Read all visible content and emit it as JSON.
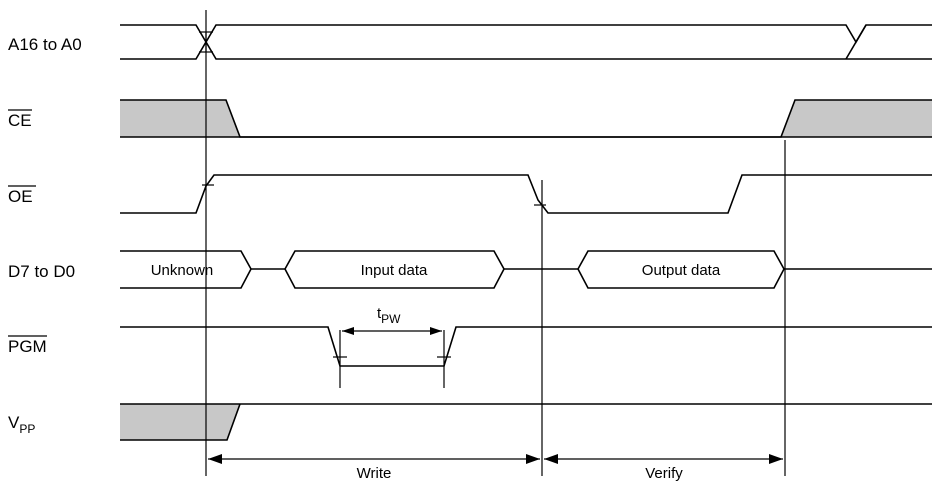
{
  "signals": {
    "addr": {
      "label": "A16 to A0"
    },
    "ce": {
      "label": "CE"
    },
    "oe": {
      "label": "OE"
    },
    "data": {
      "label": "D7 to D0"
    },
    "pgm": {
      "label": "PGM"
    },
    "vpp": {
      "label": "V",
      "sub": "PP"
    }
  },
  "data_bus": {
    "unknown": "Unknown",
    "input": "Input data",
    "output": "Output data"
  },
  "pulse_width": {
    "label": "t",
    "sub": "PW"
  },
  "phases": {
    "write": "Write",
    "verify": "Verify"
  },
  "colors": {
    "line": "#000000",
    "shade": "#c8c8c8"
  }
}
